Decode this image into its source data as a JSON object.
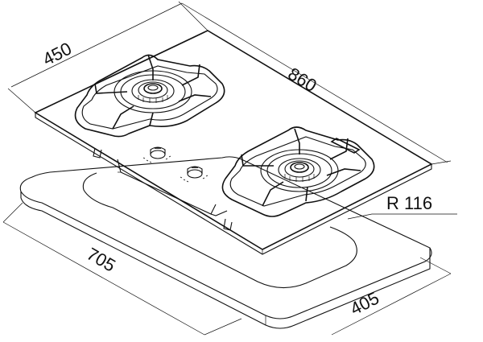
{
  "dimensions": {
    "depth": "450",
    "width": "860",
    "cutout_width": "705",
    "cutout_depth": "405",
    "corner_radius": "R 116"
  }
}
